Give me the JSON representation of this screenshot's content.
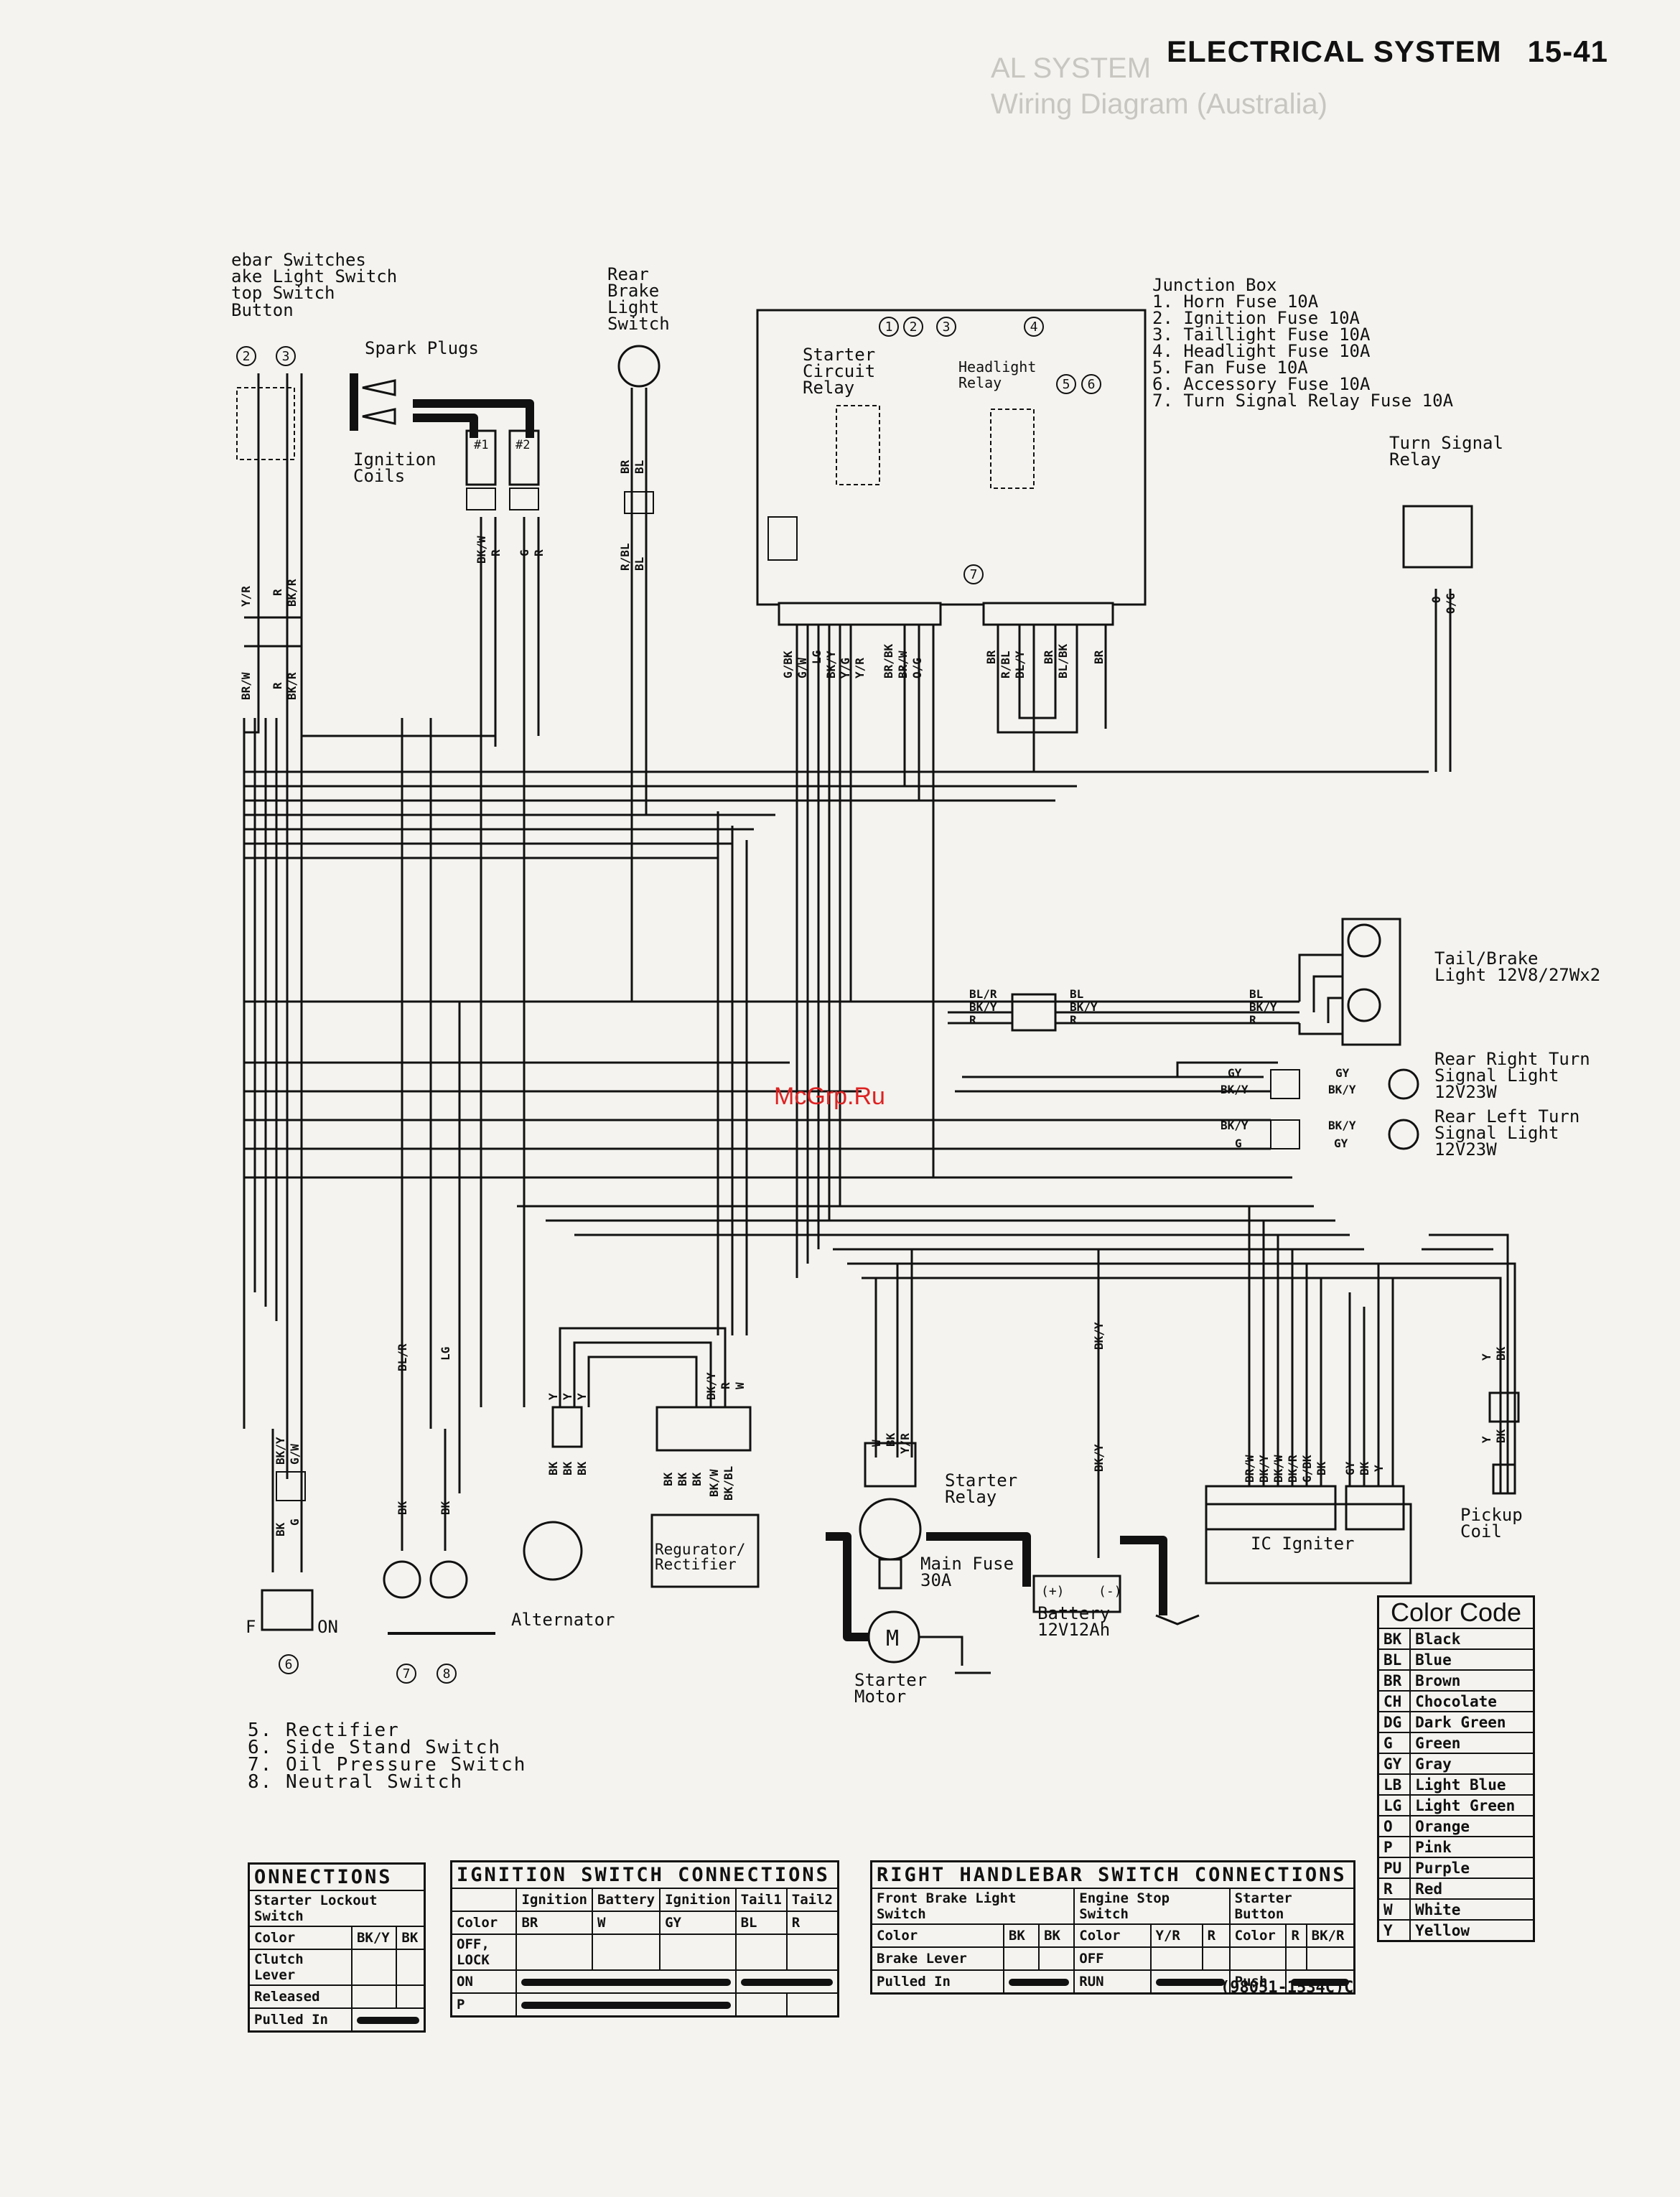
{
  "header": {
    "section": "ELECTRICAL SYSTEM",
    "page": "15-41"
  },
  "ghost_text": {
    "line1": "AL SYSTEM",
    "line2": "Wiring Diagram (Australia)"
  },
  "watermark": "McGrp.Ru",
  "labels": {
    "handlebar": [
      "ebar Switches",
      "ake Light Switch",
      "top Switch",
      "Button"
    ],
    "spark_plugs": "Spark Plugs",
    "ignition_coils": [
      "Ignition",
      "Coils"
    ],
    "coil1": "#1",
    "coil2": "#2",
    "rear_brake": [
      "Rear",
      "Brake",
      "Light",
      "Switch"
    ],
    "junction_title": "Junction Box",
    "junction_fuses": [
      "1. Horn Fuse 10A",
      "2. Ignition Fuse 10A",
      "3. Taillight Fuse 10A",
      "4. Headlight Fuse 10A",
      "5. Fan Fuse 10A",
      "6. Accessory Fuse 10A",
      "7. Turn Signal Relay Fuse 10A"
    ],
    "starter_circuit_relay": [
      "Starter",
      "Circuit",
      "Relay"
    ],
    "headlight_relay": [
      "Headlight",
      "Relay"
    ],
    "turn_signal_relay": [
      "Turn Signal",
      "Relay"
    ],
    "tail_brake": [
      "Tail/Brake",
      "Light 12V8/27Wx2"
    ],
    "rear_right_turn": [
      "Rear Right Turn",
      "Signal Light",
      "12V23W"
    ],
    "rear_left_turn": [
      "Rear Left Turn",
      "Signal Light",
      "12V23W"
    ],
    "alternator": "Alternator",
    "regulator": [
      "Regurator/",
      "Rectifier"
    ],
    "starter_relay": [
      "Starter",
      "Relay"
    ],
    "main_fuse": [
      "Main Fuse",
      "30A"
    ],
    "battery": [
      "Battery",
      "12V12Ah"
    ],
    "starter_motor": [
      "Starter",
      "Motor"
    ],
    "ic_igniter": "IC Igniter",
    "pickup_coil": [
      "Pickup",
      "Coil"
    ],
    "off_on": [
      "F",
      "ON"
    ],
    "circled": [
      "1",
      "2",
      "3",
      "4",
      "5",
      "6",
      "7",
      "8"
    ],
    "motor_m": "M"
  },
  "legend": [
    "5. Rectifier",
    "6. Side Stand Switch",
    "7. Oil Pressure Switch",
    "8. Neutral Switch"
  ],
  "wire_codes": {
    "hb": [
      "Y/R",
      "R",
      "BK/R",
      "BR/W",
      "R",
      "BK/R"
    ],
    "coil": [
      "BK/W",
      "R",
      "G",
      "R"
    ],
    "brake": [
      "BR",
      "BL",
      "R/BL",
      "BL"
    ],
    "jb_left": [
      "G/BK",
      "G/W",
      "LG",
      "BK/Y",
      "Y/G",
      "Y/R",
      "BR/BK",
      "BR/W",
      "O/G"
    ],
    "jb_right": [
      "BR",
      "R/BL",
      "BL/Y",
      "BR",
      "BL/BK",
      "BR"
    ],
    "ts": [
      "O",
      "O/G"
    ],
    "tail_left": [
      "BL/R",
      "BK/Y",
      "R"
    ],
    "tail_mid": [
      "BL",
      "BK/Y",
      "R"
    ],
    "tail_right": [
      "BL",
      "BK/Y",
      "R"
    ],
    "rr": [
      "GY",
      "BK/Y",
      "GY",
      "BK/Y"
    ],
    "rl": [
      "BK/Y",
      "G",
      "BK/Y",
      "GY"
    ],
    "side": [
      "BK/Y",
      "G/W",
      "BK",
      "G"
    ],
    "oilneut": [
      "BL/R",
      "LG",
      "BK",
      "BK"
    ],
    "alt": [
      "Y",
      "Y",
      "Y",
      "BK",
      "BK",
      "BK"
    ],
    "reg": [
      "BK/Y",
      "R",
      "W",
      "BK",
      "BK",
      "BK",
      "BK/W",
      "BK/BL"
    ],
    "starter": [
      "W",
      "BK",
      "Y/R"
    ],
    "batt": [
      "BK/Y",
      "BK/Y"
    ],
    "ic": [
      "BR/W",
      "BK/Y",
      "BK/W",
      "BK/R",
      "G/BK",
      "BK",
      "GY",
      "BK",
      "Y"
    ],
    "pickup": [
      "Y",
      "BK",
      "Y",
      "BK"
    ],
    "battery_terms": [
      "(+)",
      "(-)"
    ]
  },
  "tables": {
    "starter_lockout": {
      "title": "ONNECTIONS",
      "subheader": "Starter Lockout Switch",
      "cols": [
        "Color",
        "BK/Y",
        "BK"
      ],
      "rows": [
        "Clutch Lever",
        "Released",
        "Pulled In"
      ]
    },
    "ignition": {
      "title": "IGNITION SWITCH CONNECTIONS",
      "cols": [
        "Color",
        "Ignition",
        "Battery",
        "Ignition",
        "Tail1",
        "Tail2"
      ],
      "wire_colors": [
        "BR",
        "W",
        "GY",
        "BL",
        "R"
      ],
      "rows": [
        "OFF, LOCK",
        "ON",
        "P"
      ]
    },
    "right_handlebar": {
      "title": "RIGHT HANDLEBAR SWITCH CONNECTIONS",
      "groups": [
        "Front Brake Light Switch",
        "Engine Stop Switch",
        "Starter Button"
      ],
      "cols": [
        "Color",
        "BK",
        "BK",
        "Color",
        "Y/R",
        "R",
        "Color",
        "R",
        "BK/R"
      ],
      "rows": [
        [
          "Brake Lever",
          "OFF",
          ""
        ],
        [
          "Pulled In",
          "RUN",
          "Push"
        ]
      ]
    }
  },
  "color_code": {
    "title": "Color Code",
    "rows": [
      [
        "BK",
        "Black"
      ],
      [
        "BL",
        "Blue"
      ],
      [
        "BR",
        "Brown"
      ],
      [
        "CH",
        "Chocolate"
      ],
      [
        "DG",
        "Dark Green"
      ],
      [
        "G",
        "Green"
      ],
      [
        "GY",
        "Gray"
      ],
      [
        "LB",
        "Light Blue"
      ],
      [
        "LG",
        "Light Green"
      ],
      [
        "O",
        "Orange"
      ],
      [
        "P",
        "Pink"
      ],
      [
        "PU",
        "Purple"
      ],
      [
        "R",
        "Red"
      ],
      [
        "W",
        "White"
      ],
      [
        "Y",
        "Yellow"
      ]
    ]
  },
  "part_number": "(98051-1534C)C"
}
